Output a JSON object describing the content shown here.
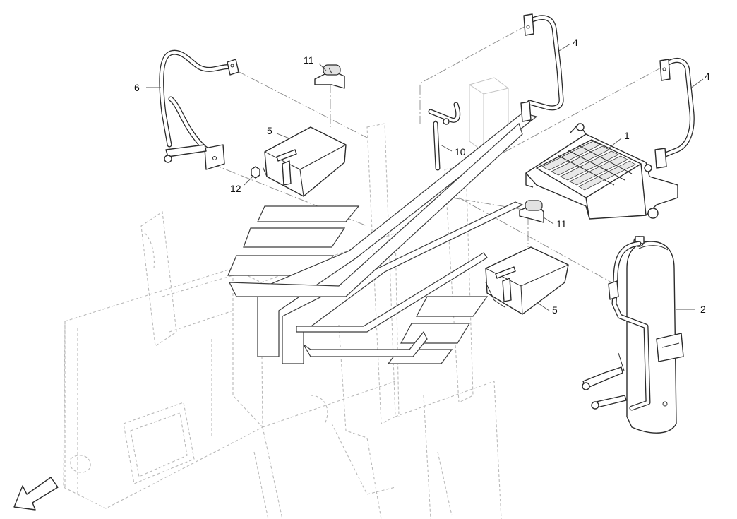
{
  "callouts": [
    {
      "id": "c1",
      "label": "1"
    },
    {
      "id": "c2",
      "label": "2"
    },
    {
      "id": "c4a",
      "label": "4"
    },
    {
      "id": "c4b",
      "label": "4"
    },
    {
      "id": "c5a",
      "label": "5"
    },
    {
      "id": "c5b",
      "label": "5"
    },
    {
      "id": "c6",
      "label": "6"
    },
    {
      "id": "c10",
      "label": "10"
    },
    {
      "id": "c11a",
      "label": "11"
    },
    {
      "id": "c11b",
      "label": "11"
    },
    {
      "id": "c12",
      "label": "12"
    }
  ],
  "icons": {
    "orientation": "direction-arrow-icon"
  }
}
